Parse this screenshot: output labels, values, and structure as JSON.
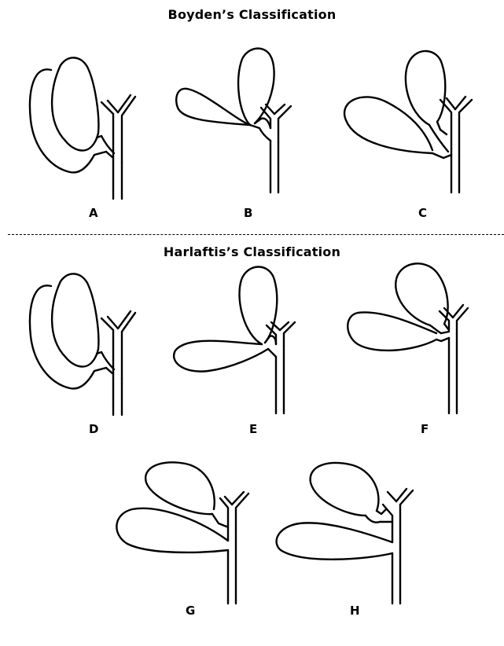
{
  "sections": {
    "boyden": {
      "title": "Boyden’s Classification"
    },
    "harlaftis": {
      "title": "Harlaftis’s Classification"
    }
  },
  "panels": {
    "A": "A",
    "B": "B",
    "C": "C",
    "D": "D",
    "E": "E",
    "F": "F",
    "G": "G",
    "H": "H"
  }
}
